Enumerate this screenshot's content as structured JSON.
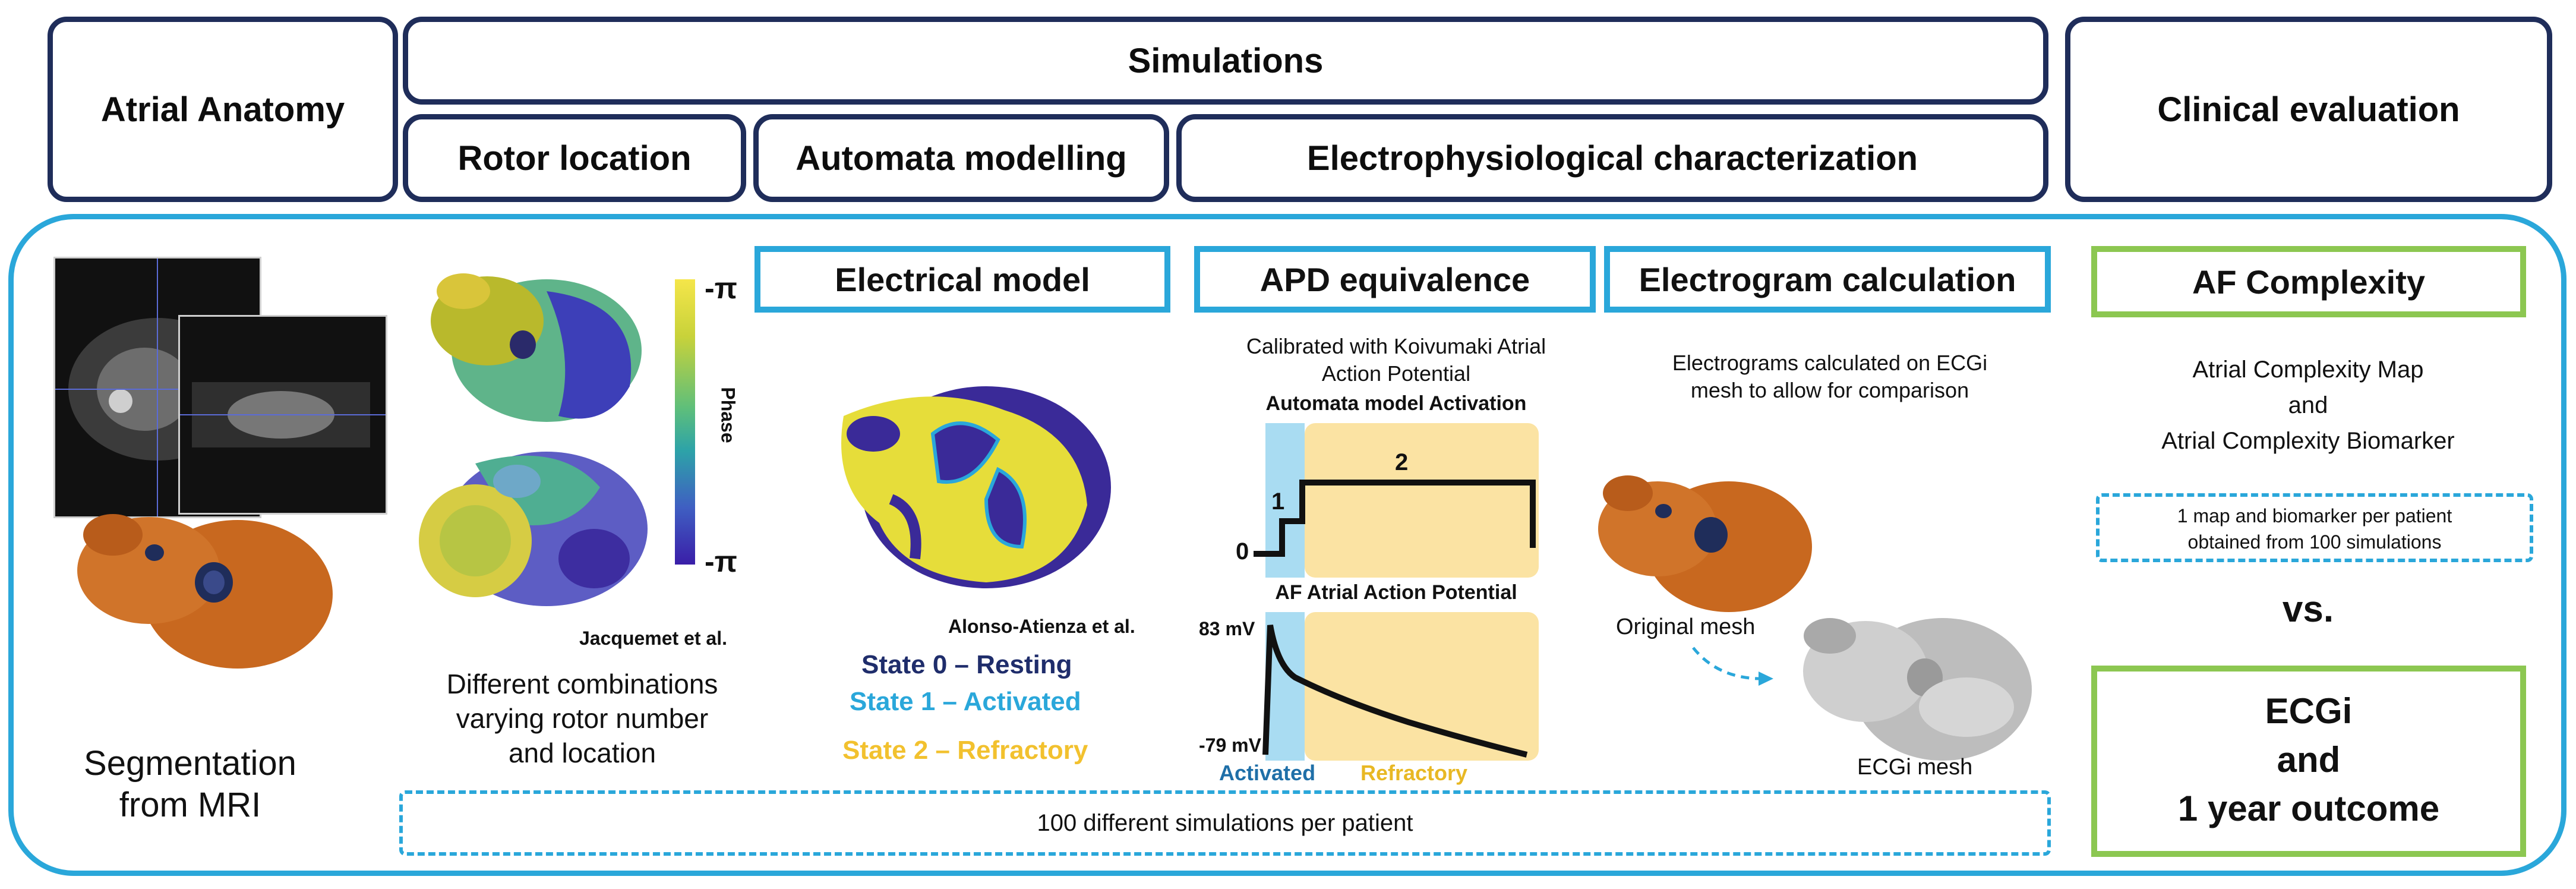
{
  "header": {
    "atrial_anatomy": "Atrial Anatomy",
    "simulations": "Simulations",
    "rotor_location": "Rotor location",
    "automata_modelling": "Automata modelling",
    "electrophysiological": "Electrophysiological characterization",
    "clinical_evaluation": "Clinical evaluation"
  },
  "anatomy": {
    "caption_line1": "Segmentation",
    "caption_line2": "from MRI"
  },
  "rotor": {
    "colorbar_top": "-π",
    "colorbar_bottom": "-π",
    "colorbar_label": "Phase",
    "citation": "Jacquemet et al.",
    "desc_line1": "Different combinations",
    "desc_line2": "varying rotor number",
    "desc_line3": "and location"
  },
  "electrical_model": {
    "title": "Electrical model",
    "citation": "Alonso-Atienza et al.",
    "state0": "State 0 – Resting",
    "state1": "State 1 – Activated",
    "state2": "State 2 – Refractory"
  },
  "apd": {
    "title": "APD equivalence",
    "calib_line1": "Calibrated with Koivumaki Atrial",
    "calib_line2": "Action Potential",
    "automata_title": "Automata model Activation",
    "label_0": "0",
    "label_1": "1",
    "label_2": "2",
    "af_title": "AF Atrial Action Potential",
    "v_top": "83 mV",
    "v_bottom": "-79 mV",
    "activated": "Activated",
    "refractory": "Refractory"
  },
  "electrogram": {
    "title": "Electrogram calculation",
    "desc_line1": "Electrograms calculated on ECGi",
    "desc_line2": "mesh to allow for comparison",
    "original_mesh": "Original mesh",
    "ecgi_mesh": "ECGi mesh"
  },
  "clinical": {
    "af_complexity": "AF Complexity",
    "map_line1": "Atrial Complexity Map",
    "map_line2": "and",
    "map_line3": "Atrial Complexity Biomarker",
    "box_line1": "1 map and biomarker per patient",
    "box_line2": "obtained from 100 simulations",
    "vs": "vs.",
    "outcome_line1": "ECGi",
    "outcome_line2": "and",
    "outcome_line3": "1 year outcome"
  },
  "footer": {
    "simulations_per_patient": "100 different simulations per patient"
  },
  "colors": {
    "navy": "#1f2d5a",
    "blue": "#2aa7da",
    "green": "#8cc751",
    "state0": "#1f2d6b",
    "state1": "#2aa7da",
    "state2": "#f2c12e",
    "activated_fill": "#a9dcf2",
    "refractory_fill": "#fbe3a3"
  }
}
